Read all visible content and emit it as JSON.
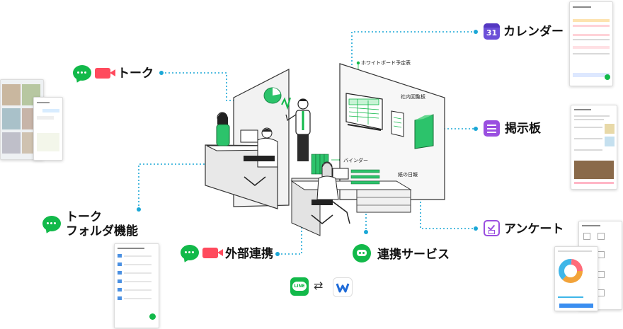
{
  "labels": {
    "calendar": "カレンダー",
    "talk": "トーク",
    "bulletin": "掲示板",
    "talk_folder_1": "トーク",
    "talk_folder_2": "フォルダ機能",
    "survey": "アンケート",
    "external": "外部連携",
    "service": "連携サービス",
    "calendar_day": "31"
  },
  "office": {
    "whiteboard": "ホワイトボード予定表",
    "circular": "社内回覧板",
    "binder": "バインダー",
    "paper_report": "紙の日報"
  },
  "logos": {
    "line": "LINE",
    "swap": "⇄"
  },
  "colors": {
    "green": "#12b94a",
    "dotted_line": "#1aa7d6",
    "purple": "#6b4fd8",
    "camera": "#ff4a5d"
  }
}
